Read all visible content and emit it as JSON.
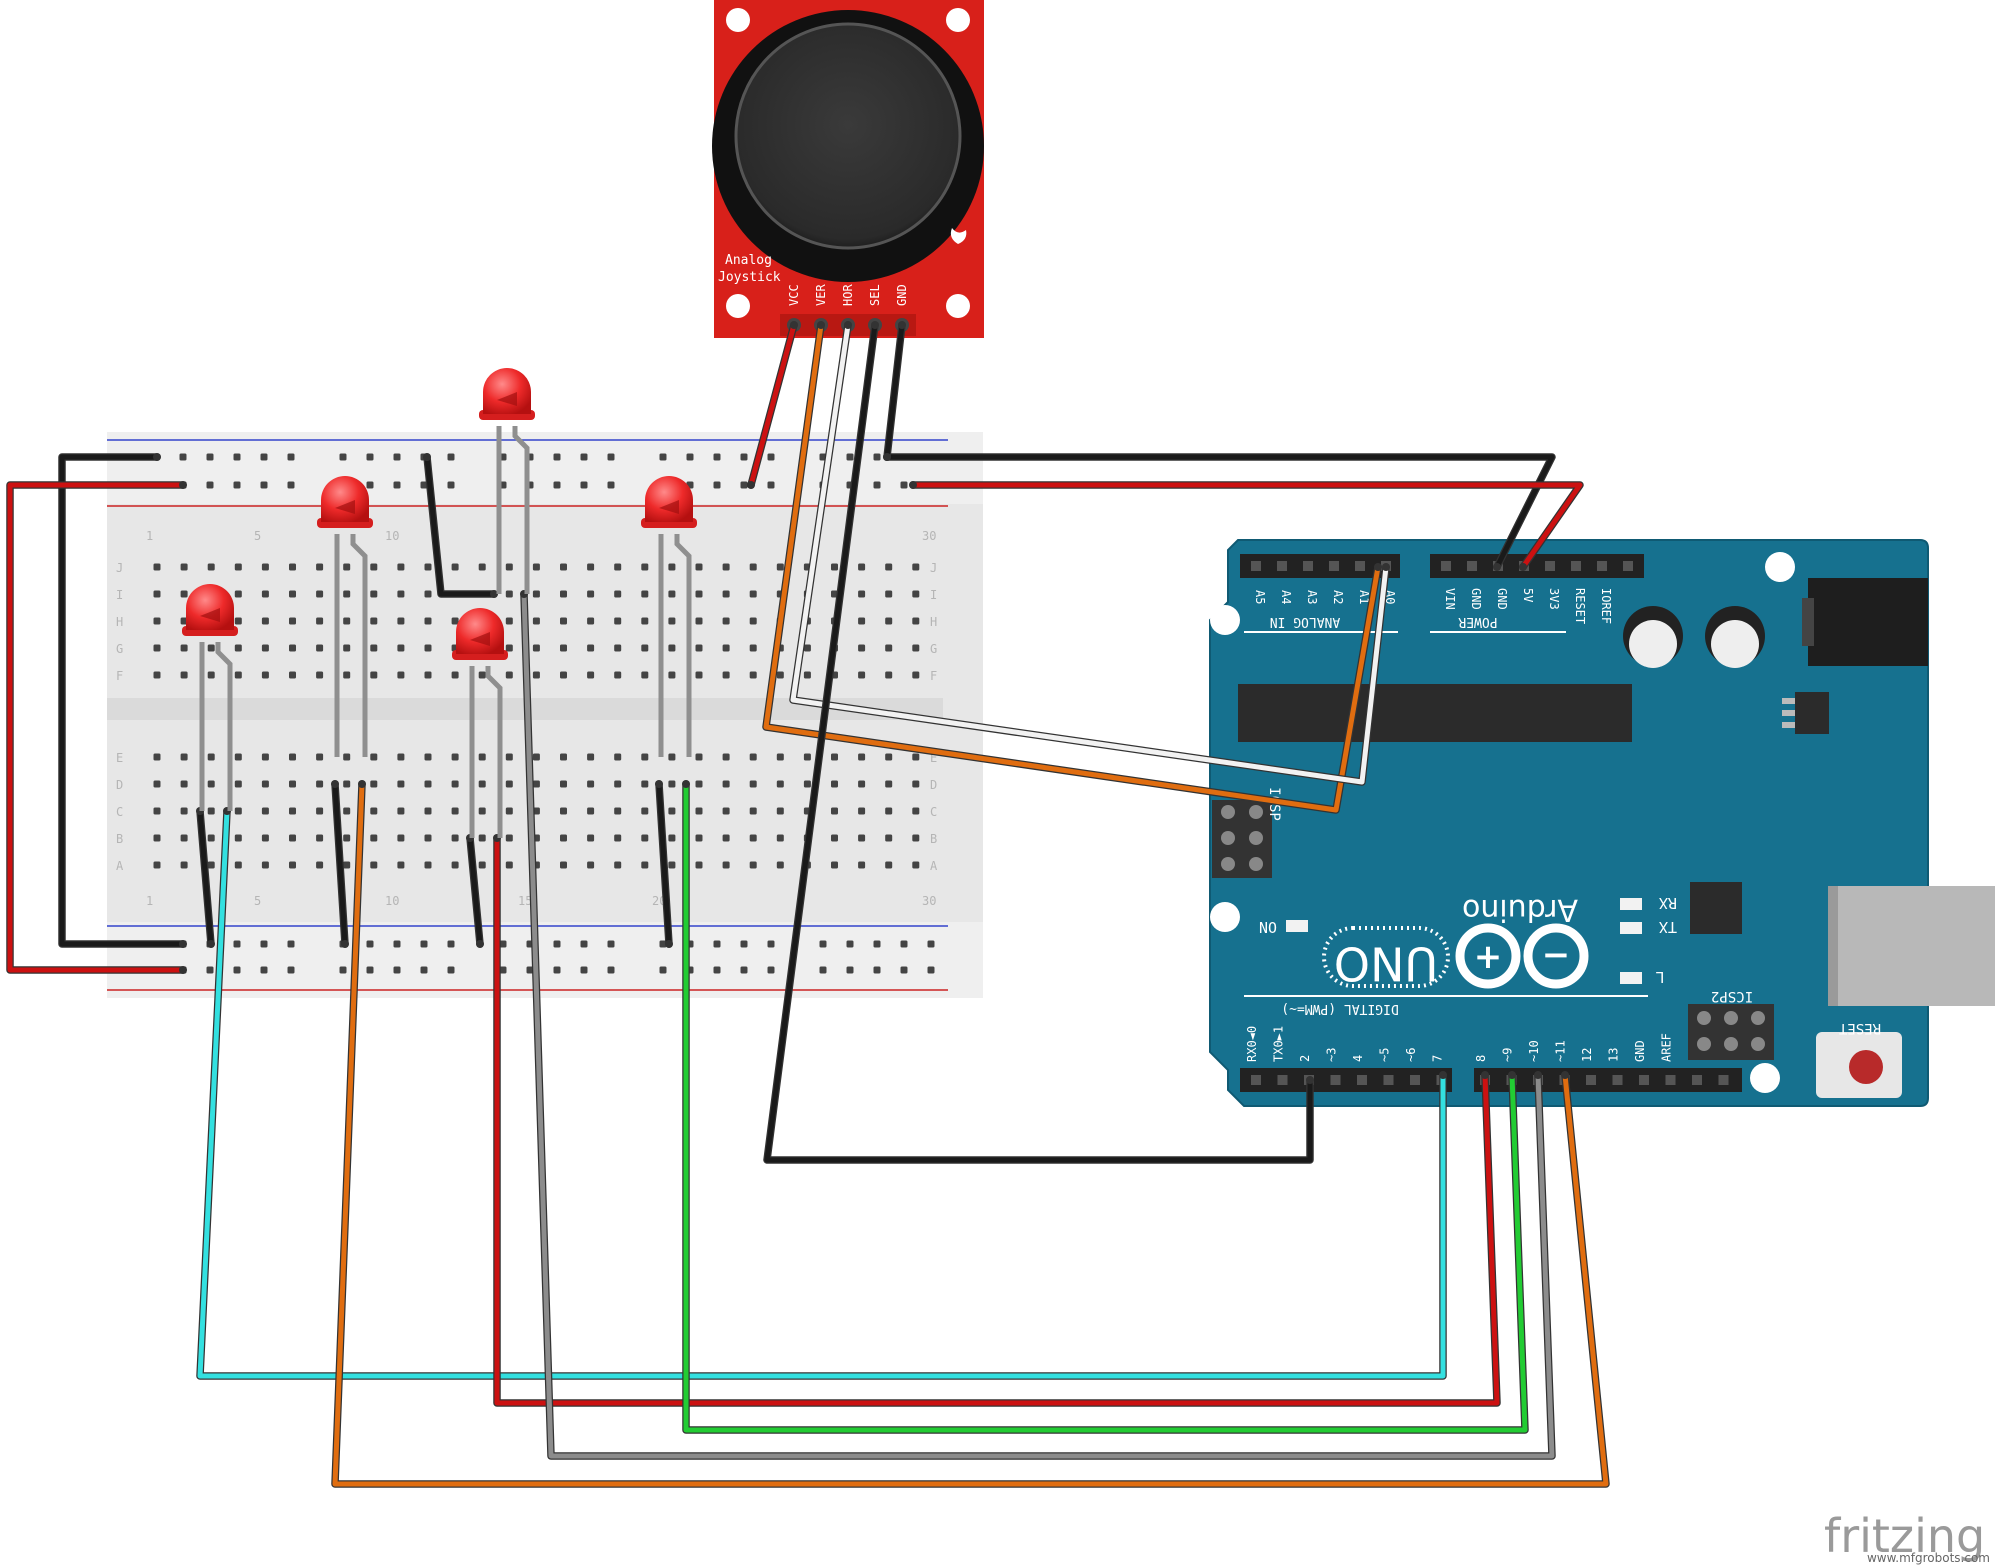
{
  "joystick": {
    "title_line1": "Analog",
    "title_line2": "Joystick",
    "pins": [
      "VCC",
      "VER",
      "HOR",
      "SEL",
      "GND"
    ]
  },
  "breadboard": {
    "row_letters_top": [
      "J",
      "I",
      "H",
      "G",
      "F"
    ],
    "row_letters_bottom": [
      "E",
      "D",
      "C",
      "B",
      "A"
    ],
    "column_numbers": [
      "1",
      "5",
      "10",
      "15",
      "20",
      "25",
      "30"
    ]
  },
  "arduino": {
    "brand": "Arduino",
    "model": "UNO",
    "analog_pins": [
      "A5",
      "A4",
      "A3",
      "A2",
      "A1",
      "A0"
    ],
    "analog_header": "ANALOG IN",
    "power_pins": [
      "VIN",
      "GND",
      "GND",
      "5V",
      "3V3",
      "RESET",
      "IOREF"
    ],
    "power_header": "POWER",
    "digital_pins": [
      "RX0◄0",
      "TX0►1",
      "2",
      "~3",
      "4",
      "~5",
      "~6",
      "7",
      "8",
      "~9",
      "~10",
      "~11",
      "12",
      "13",
      "GND",
      "AREF"
    ],
    "digital_header": "DIGITAL (PWM=~)",
    "leds": [
      "RX",
      "TX",
      "L",
      "ON"
    ],
    "icsp": "ICSP",
    "icsp2": "ICSP2",
    "reset": "RESET"
  },
  "wire_colors": {
    "black": "#1a1a1a",
    "red": "#cc1111",
    "orange": "#e06d10",
    "white": "#f2f2f2",
    "gray": "#8c8c8c",
    "cyan": "#33e0e0",
    "green": "#22cc33",
    "board_blue": "#16718f",
    "joystick_red": "#d8201a"
  },
  "footer": {
    "logo": "fritzing",
    "watermark": "www.mfgrobots.com"
  }
}
